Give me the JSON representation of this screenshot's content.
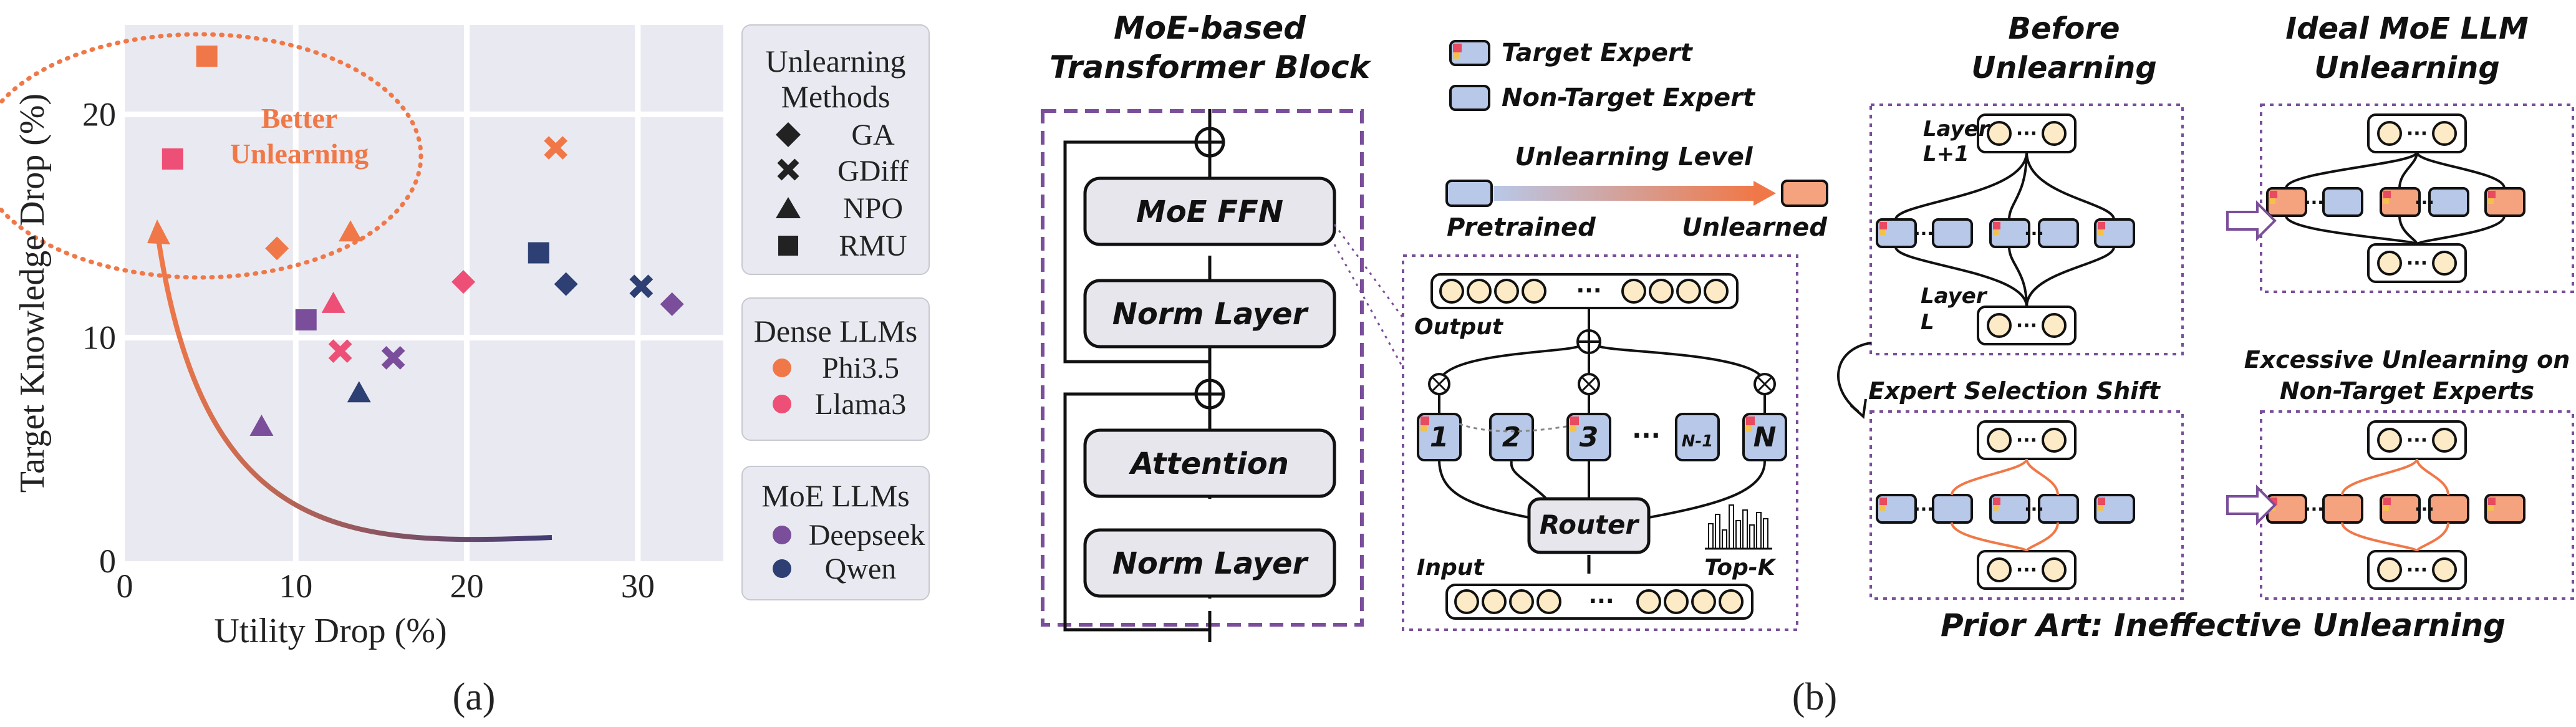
{
  "colors": {
    "dense_phi": "#F07848",
    "dense_llama": "#EE4F76",
    "moe_deepseek": "#7A4E9A",
    "moe_qwen": "#2D3F73",
    "target_expert": "#B8C8E8",
    "unlearned_expert": "#F5A27E",
    "circle_fill": "#FCEBC6",
    "dashed_purple": "#7A4E9A",
    "better_unlearning": "#F07848",
    "plot_bg": "#E9EAF1"
  },
  "panel_a": {
    "caption": "(a)",
    "legend_methods": {
      "title_line1": "Unlearning",
      "title_line2": "Methods",
      "items": [
        "GA",
        "GDiff",
        "NPO",
        "RMU"
      ]
    },
    "legend_dense": {
      "title": "Dense LLMs",
      "items": [
        "Phi3.5",
        "Llama3"
      ]
    },
    "legend_moe": {
      "title": "MoE LLMs",
      "items": [
        "Deepseek",
        "Qwen"
      ]
    },
    "annotation_line1": "Better",
    "annotation_line2": "Unlearning"
  },
  "chart_data": {
    "type": "scatter",
    "xlabel": "Utility Drop (%)",
    "ylabel": "Target Knowledge Drop (%)",
    "xlim": [
      0,
      35
    ],
    "ylim": [
      0,
      24
    ],
    "x_ticks": [
      "0",
      "10",
      "20",
      "30"
    ],
    "y_ticks": [
      "0",
      "10",
      "20"
    ],
    "grid": true,
    "legend_placement": "right",
    "series": [
      {
        "name": "Phi3.5",
        "model_type": "dense",
        "points": [
          {
            "method": "GA",
            "x": 8.9,
            "y": 14.0
          },
          {
            "method": "GDiff",
            "x": 25.2,
            "y": 18.5
          },
          {
            "method": "NPO",
            "x": 13.2,
            "y": 14.7
          },
          {
            "method": "RMU",
            "x": 4.8,
            "y": 22.6
          }
        ]
      },
      {
        "name": "Llama3",
        "model_type": "dense",
        "points": [
          {
            "method": "GA",
            "x": 19.8,
            "y": 12.5
          },
          {
            "method": "GDiff",
            "x": 12.6,
            "y": 9.4
          },
          {
            "method": "NPO",
            "x": 12.2,
            "y": 11.5
          },
          {
            "method": "RMU",
            "x": 2.8,
            "y": 18.0
          }
        ]
      },
      {
        "name": "Deepseek",
        "model_type": "moe",
        "points": [
          {
            "method": "GA",
            "x": 32.0,
            "y": 11.5
          },
          {
            "method": "GDiff",
            "x": 15.7,
            "y": 9.1
          },
          {
            "method": "NPO",
            "x": 8.0,
            "y": 6.0
          },
          {
            "method": "RMU",
            "x": 10.6,
            "y": 10.8
          }
        ]
      },
      {
        "name": "Qwen",
        "model_type": "moe",
        "points": [
          {
            "method": "GA",
            "x": 25.8,
            "y": 12.4
          },
          {
            "method": "GDiff",
            "x": 30.2,
            "y": 12.3
          },
          {
            "method": "NPO",
            "x": 13.7,
            "y": 7.5
          },
          {
            "method": "RMU",
            "x": 24.2,
            "y": 13.8
          }
        ]
      }
    ]
  },
  "panel_b": {
    "caption": "(b)",
    "moe_block_title_line1": "MoE-based",
    "moe_block_title_line2": "Transformer Block",
    "moe_ffn": "MoE FFN",
    "norm_layer_top": "Norm Layer",
    "attention": "Attention",
    "norm_layer_bottom": "Norm Layer",
    "legend_target": "Target Expert",
    "legend_non_target": "Non-Target Expert",
    "unlearning_level": "Unlearning Level",
    "pretrained": "Pretrained",
    "unlearned": "Unlearned",
    "output_label": "Output",
    "input_label": "Input",
    "router": "Router",
    "topk": "Top-K",
    "ellipsis": "···",
    "experts": [
      "1",
      "2",
      "3",
      "···",
      "N-1",
      "N"
    ],
    "before_title_line1": "Before",
    "before_title_line2": "Unlearning",
    "ideal_title_line1": "Ideal MoE LLM",
    "ideal_title_line2": "Unlearning",
    "layer_top_line1": "Layer",
    "layer_top_line2": "L+1",
    "layer_bottom_line1": "Layer",
    "layer_bottom_line2": "L",
    "shift_title": "Expert Selection Shift",
    "excessive_line1": "Excessive Unlearning on",
    "excessive_line2": "Non-Target Experts",
    "prior_art": "Prior Art: Ineffective Unlearning"
  }
}
